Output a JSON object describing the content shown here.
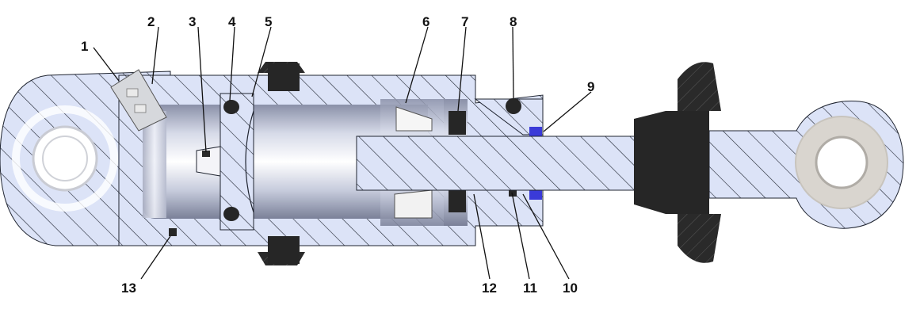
{
  "colors": {
    "steel": "#dce3f7",
    "hatch": "#1f2430",
    "seal": "#262626",
    "seal_blue": "#3a3ad8",
    "bronze_insert": "#cfcfcf",
    "label": "#111111"
  },
  "callouts": [
    {
      "id": "1",
      "text": "1"
    },
    {
      "id": "2",
      "text": "2"
    },
    {
      "id": "3",
      "text": "3"
    },
    {
      "id": "4",
      "text": "4"
    },
    {
      "id": "5",
      "text": "5"
    },
    {
      "id": "6",
      "text": "6"
    },
    {
      "id": "7",
      "text": "7"
    },
    {
      "id": "8",
      "text": "8"
    },
    {
      "id": "9",
      "text": "9"
    },
    {
      "id": "10",
      "text": "10"
    },
    {
      "id": "11",
      "text": "11"
    },
    {
      "id": "12",
      "text": "12"
    },
    {
      "id": "13",
      "text": "13"
    }
  ]
}
